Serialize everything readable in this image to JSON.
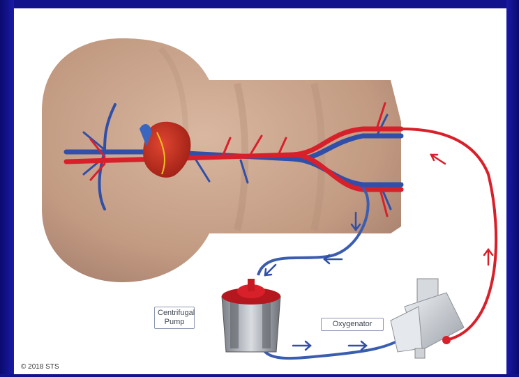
{
  "labels": {
    "pump_line1": "Centrifugal",
    "pump_line2": "Pump",
    "oxygenator": "Oxygenator"
  },
  "copyright": "© 2018 STS",
  "colors": {
    "arterial": "#d8202a",
    "venous": "#2f4fa8",
    "skin": "#c9a48c",
    "frame": "#12128c"
  },
  "icons": [
    "heart-icon",
    "centrifugal-pump-icon",
    "oxygenator-icon",
    "flow-arrow-icon"
  ]
}
